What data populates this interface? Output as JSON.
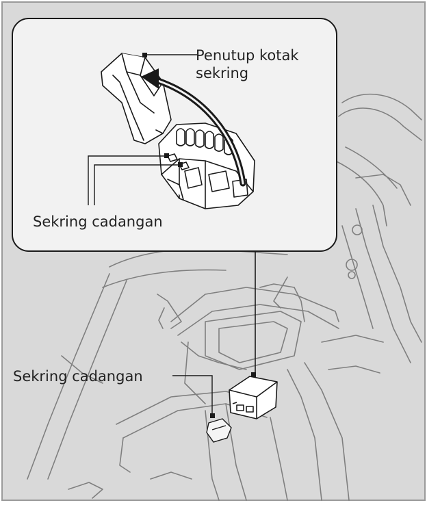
{
  "labels": {
    "cover_line1": "Penutup kotak",
    "cover_line2": "sekring",
    "spare_inset": "Sekring cadangan",
    "spare_main": "Sekring cadangan"
  },
  "colors": {
    "background": "#d9d9d9",
    "inset_fill": "#f2f2f2",
    "line": "#1a1a1a",
    "faint_line": "#8c8c8c"
  }
}
